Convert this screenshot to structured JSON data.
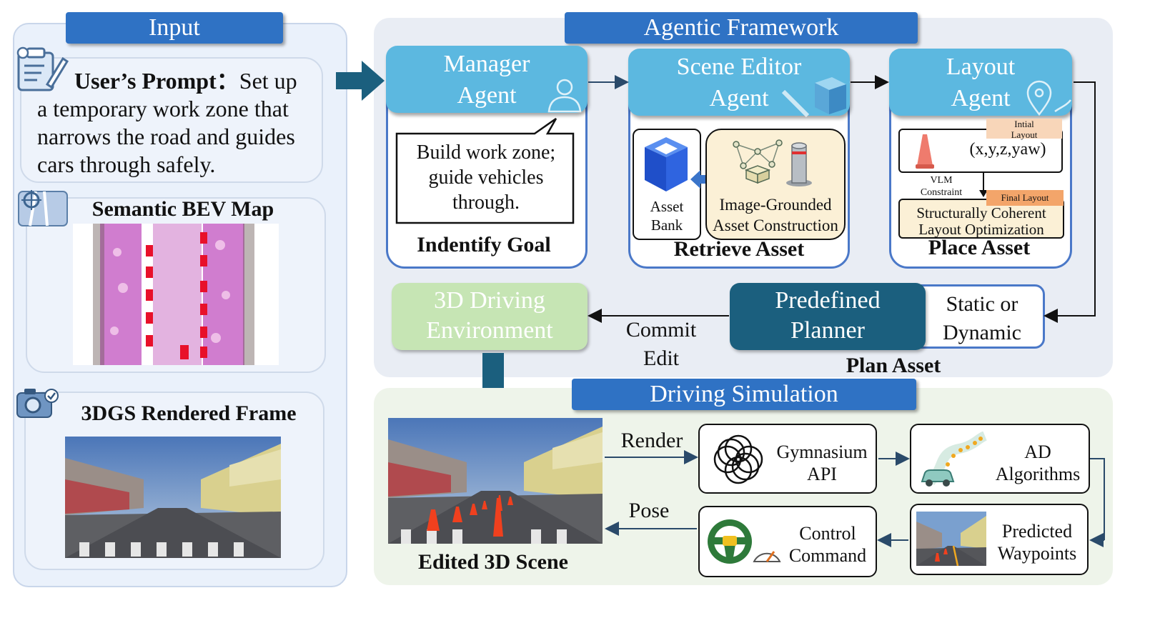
{
  "input": {
    "banner": "Input",
    "prompt_label": "User’s Prompt",
    "prompt_colon": "：",
    "prompt_lines": [
      "Set up",
      "a temporary work zone that",
      "narrows the road and guides",
      "cars through safely."
    ],
    "bev_label": "Semantic BEV Map",
    "frame_label": "3DGS Rendered Frame"
  },
  "framework": {
    "banner": "Agentic Framework",
    "manager": {
      "title_lines": [
        "Manager",
        "Agent"
      ],
      "speech_lines": [
        "Build work zone;",
        "guide vehicles",
        "through."
      ],
      "caption": "Indentify Goal"
    },
    "editor": {
      "title_lines": [
        "Scene Editor",
        "Agent"
      ],
      "asset_bank_lines": [
        "Asset",
        "Bank"
      ],
      "construction_lines": [
        "Image-Grounded",
        "Asset Construction"
      ],
      "caption": "Retrieve Asset"
    },
    "layout": {
      "title_lines": [
        "Layout",
        "Agent"
      ],
      "initial_tag_lines": [
        "Intial",
        "Layout"
      ],
      "coords": "(x,y,z,yaw)",
      "vlm_lines": [
        "VLM",
        "Constraint"
      ],
      "final_tag": "Final Layout",
      "optim_lines": [
        "Structurally Coherent",
        "Layout Optimization"
      ],
      "caption": "Place Asset"
    },
    "planner": {
      "title_lines": [
        "Predefined",
        "Planner"
      ],
      "mode_lines": [
        "Static or",
        "Dynamic"
      ],
      "caption": "Plan Asset"
    },
    "environment": {
      "title_lines": [
        "3D Driving",
        "Environment"
      ]
    },
    "commit_lines": [
      "Commit",
      "Edit"
    ]
  },
  "simulation": {
    "banner": "Driving Simulation",
    "scene_label": "Edited 3D Scene",
    "render": "Render",
    "pose": "Pose",
    "gym_lines": [
      "Gymnasium",
      "API"
    ],
    "ad_lines": [
      "AD",
      "Algorithms"
    ],
    "control_lines": [
      "Control",
      "Command"
    ],
    "waypoint_lines": [
      "Predicted",
      "Waypoints"
    ]
  },
  "colors": {
    "input_bg": "#eaf1fb",
    "framework_bg": "#e9edf4",
    "sim_bg": "#eef4ea",
    "banner": "#2f72c4",
    "agent_title": "#5cb8e0",
    "agent_border": "#4a78c8",
    "planner": "#1b5f7e",
    "environment": "#c6e5b4",
    "arrow_big": "#1b5f7e"
  }
}
